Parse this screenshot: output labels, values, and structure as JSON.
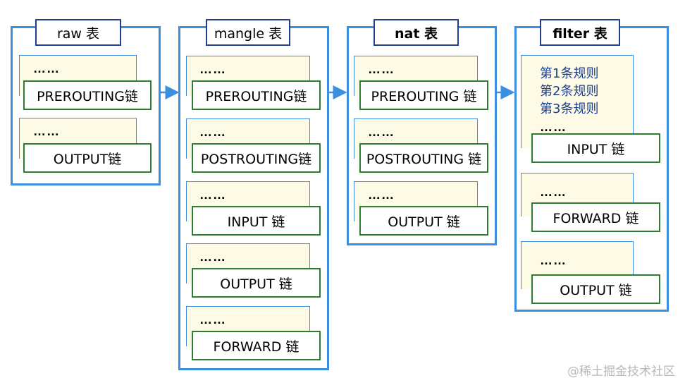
{
  "tables": [
    {
      "title": "raw 表",
      "chains": [
        {
          "dots": "……",
          "label": "PREROUTING链"
        },
        {
          "dots": "……",
          "label": "OUTPUT链"
        }
      ]
    },
    {
      "title": "mangle 表",
      "chains": [
        {
          "dots": "……",
          "label": "PREROUTING链"
        },
        {
          "dots": "……",
          "label": "POSTROUTING链"
        },
        {
          "dots": "……",
          "label": "INPUT 链"
        },
        {
          "dots": "……",
          "label": "OUTPUT 链"
        },
        {
          "dots": "……",
          "label": "FORWARD 链"
        }
      ]
    },
    {
      "title": "nat 表",
      "chains": [
        {
          "dots": "……",
          "label": "PREROUTING 链"
        },
        {
          "dots": "……",
          "label": "POSTROUTING 链"
        },
        {
          "dots": "……",
          "label": "OUTPUT 链"
        }
      ]
    },
    {
      "title": "filter 表",
      "rules": [
        "第1条规则",
        "第2条规则",
        "第3条规则"
      ],
      "chains": [
        {
          "dots": "……",
          "label": "INPUT 链"
        },
        {
          "dots": "……",
          "label": "FORWARD 链"
        },
        {
          "dots": "……",
          "label": "OUTPUT 链"
        }
      ]
    }
  ],
  "watermark": "@稀土掘金技术社区",
  "colors": {
    "table_border": "#3b8ee0",
    "title_border": "#1f3f8f",
    "chain_border": "#2e7d32",
    "panel_fill": "#fdfbe6",
    "rule_text": "#1f3f8f"
  }
}
